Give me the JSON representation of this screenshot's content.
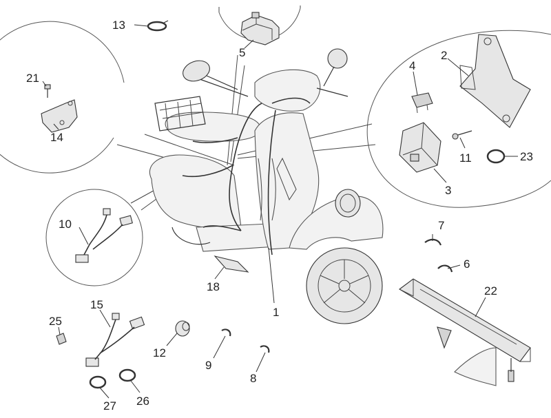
{
  "callouts": {
    "c1": "1",
    "c2": "2",
    "c3": "3",
    "c4": "4",
    "c5": "5",
    "c6": "6",
    "c7": "7",
    "c8": "8",
    "c9": "9",
    "c10": "10",
    "c11": "11",
    "c12": "12",
    "c13": "13",
    "c14": "14",
    "c15": "15",
    "c18": "18",
    "c21": "21",
    "c22": "22",
    "c23": "23",
    "c25": "25",
    "c26": "26",
    "c27": "27"
  }
}
